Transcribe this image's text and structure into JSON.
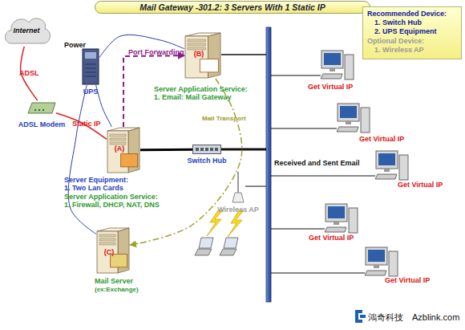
{
  "diagram": {
    "title": "Mail Gateway -301.2: 3 Servers With 1 Static IP",
    "nodes": [
      {
        "text": [
          "Internet"
        ]
      },
      {
        "text": [
          "UPS"
        ]
      },
      {
        "text": [
          "(B)",
          "Server Application Service:",
          "1. Email: Mail Gateway"
        ]
      },
      {
        "text": [
          "Recommended Device:",
          "1. Switch Hub",
          "2. UPS Equipment",
          "Optional Device:",
          "1. Wireless AP"
        ]
      },
      {
        "text": [
          "ADSL Modem"
        ]
      },
      {
        "text": [
          "(A)",
          "Server Equipment:",
          "1. Two Lan Cards",
          "Server Application Service:",
          "1. Firewall, DHCP, NAT, DNS"
        ]
      },
      {
        "text": [
          "Switch Hub"
        ]
      },
      {
        "text": [
          "Wireless AP"
        ]
      },
      {
        "text": [
          "(C)",
          "Mail Server",
          "(ex:Exchange)"
        ]
      },
      {
        "text": [
          "Get Virtual IP"
        ]
      },
      {
        "text": [
          "Get Virtual IP"
        ]
      },
      {
        "text": [
          "Get Virtual IP"
        ]
      },
      {
        "text": [
          "Get Virtual IP"
        ]
      },
      {
        "text": [
          "Get Virtual IP"
        ]
      }
    ],
    "edges": [
      {
        "from": 0,
        "to": 4,
        "arrow": "none",
        "label": "ADSL"
      },
      {
        "from": 4,
        "to": 5,
        "arrow": "none",
        "label": "Static IP"
      },
      {
        "from": 5,
        "to": 6,
        "arrow": "none"
      },
      {
        "from": 5,
        "to": 2,
        "arrow": "to",
        "label": "Port Forwarding"
      },
      {
        "from": 2,
        "to": 8,
        "arrow": "to",
        "label": "Mail Transport"
      },
      {
        "from": 1,
        "to": 2,
        "arrow": "none"
      },
      {
        "from": 1,
        "to": 5,
        "arrow": "none"
      },
      {
        "from": 1,
        "to": 8,
        "arrow": "none"
      }
    ],
    "labels": [
      "Power",
      "Received and Sent Email",
      "鴻奇科技",
      "Azblink.com"
    ]
  }
}
